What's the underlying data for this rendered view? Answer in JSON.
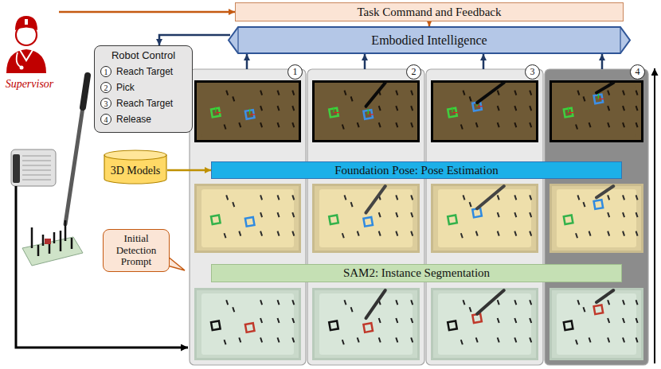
{
  "diagram": {
    "nodes": [
      {
        "text": [
          "Supervisor"
        ]
      },
      {
        "text": [
          "Task Command and Feedback"
        ]
      },
      {
        "text": [
          "Embodied Intelligence"
        ]
      },
      {
        "text": [
          "Robot Control",
          "1",
          "Reach Target",
          "2",
          "Pick",
          "3",
          "Reach Target",
          "4",
          "Release"
        ]
      },
      {
        "text": [
          "1"
        ]
      },
      {
        "text": [
          "2"
        ]
      },
      {
        "text": [
          "3"
        ]
      },
      {
        "text": [
          "4"
        ]
      },
      {
        "text": [
          "3D Models"
        ]
      },
      {
        "text": [
          "Foundation Pose: Pose Estimation"
        ]
      },
      {
        "text": [
          "Initial Detection Prompt"
        ]
      },
      {
        "text": [
          "SAM2: Instance Segmentation"
        ]
      }
    ],
    "edges": [
      {
        "from": 0,
        "to": 1,
        "arrow": "to"
      },
      {
        "from": 1,
        "to": 2,
        "arrow": "to"
      },
      {
        "from": 2,
        "to": 3,
        "arrow": "to"
      },
      {
        "from": 4,
        "to": 2,
        "arrow": "to"
      },
      {
        "from": 5,
        "to": 2,
        "arrow": "to"
      },
      {
        "from": 6,
        "to": 2,
        "arrow": "to"
      },
      {
        "from": 7,
        "to": 2,
        "arrow": "to"
      },
      {
        "from": 8,
        "to": 9,
        "arrow": "to"
      }
    ]
  }
}
